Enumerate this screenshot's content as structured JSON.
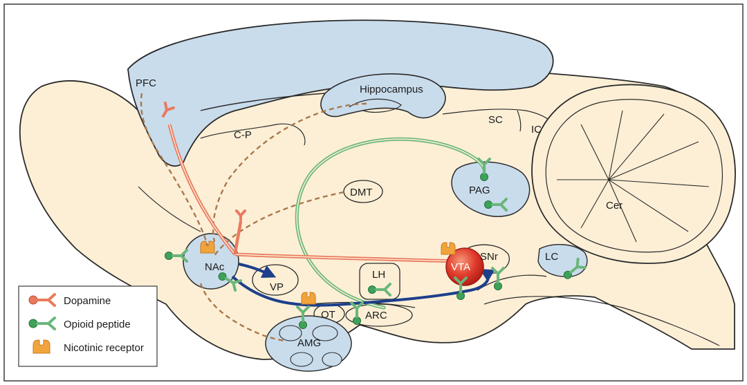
{
  "colors": {
    "background": "#ffffff",
    "frame": "#3a3a3a",
    "tissue": "#fcefd6",
    "ventricle": "#c9dcec",
    "outline": "#2a2a2a",
    "dopamine": "#ea7a5e",
    "opioid": "#6ab67a",
    "opioid_dot": "#3da25a",
    "nicotinic": "#f2a43c",
    "dashed": "#a8784c",
    "flow_arrow": "#1d3f8c",
    "vta_fill": "#e03a2a"
  },
  "regions": {
    "pfc": "PFC",
    "hippocampus": "Hippocampus",
    "cp": "C-P",
    "sc": "SC",
    "ic": "IC",
    "cer": "Cer",
    "dmt": "DMT",
    "pag": "PAG",
    "nac": "NAc",
    "vp": "VP",
    "lh": "LH",
    "vta": "VTA",
    "snr": "SNr",
    "lc": "LC",
    "ot": "OT",
    "arc": "ARC",
    "amg": "AMG"
  },
  "legend": {
    "items": [
      {
        "label": "Dopamine",
        "icon": "dopamine-receptor-icon"
      },
      {
        "label": "Opioid peptide",
        "icon": "opioid-receptor-icon"
      },
      {
        "label": "Nicotinic receptor",
        "icon": "nicotinic-receptor-icon"
      }
    ]
  }
}
